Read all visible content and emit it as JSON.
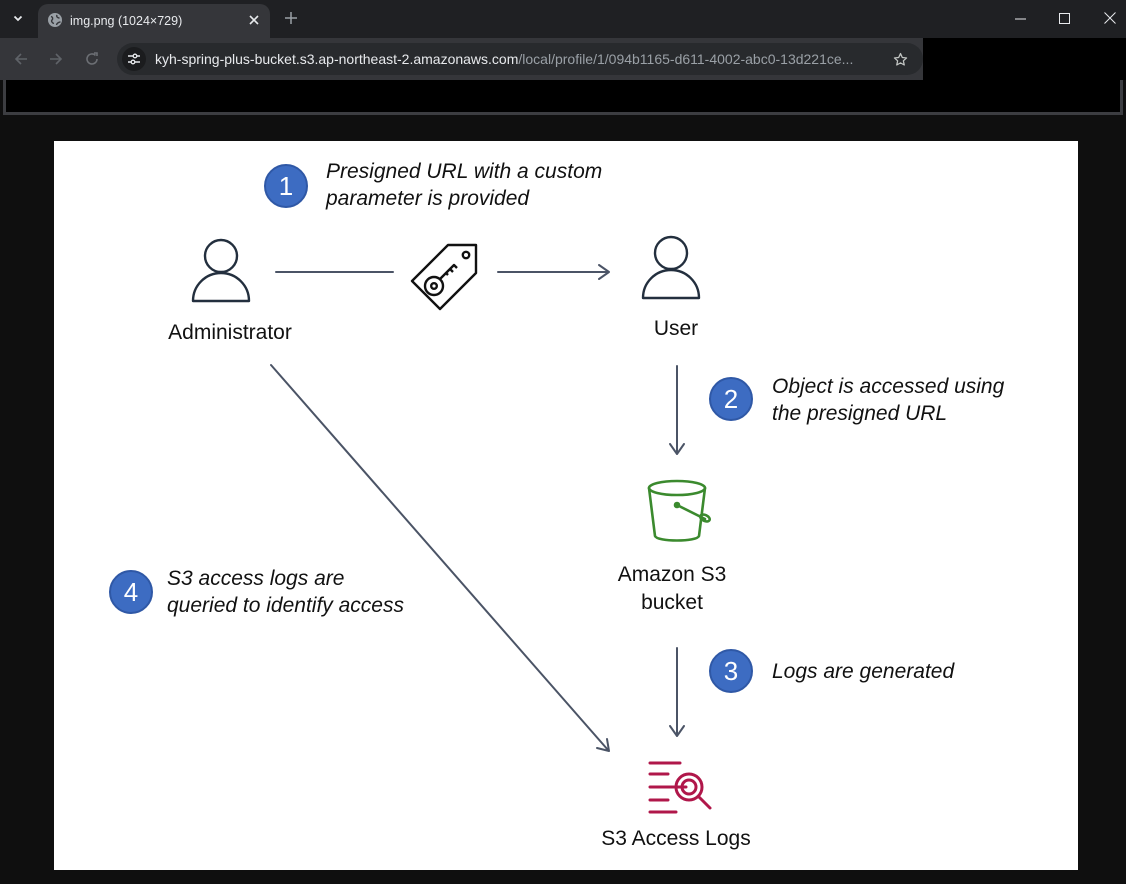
{
  "browser": {
    "tab": {
      "title": "img.png (1024×729)",
      "favicon": "globe-icon",
      "close_icon": "close-icon"
    },
    "tab_list_icon": "chevron-down-icon",
    "new_tab_icon": "plus-icon",
    "window_controls": {
      "minimize": "minimize-icon",
      "maximize": "maximize-icon",
      "close": "close-icon"
    },
    "nav": {
      "back": "arrow-left-icon",
      "forward": "arrow-right-icon",
      "reload": "reload-icon"
    },
    "address_bar": {
      "site_info_icon": "tune-icon",
      "host": "kyh-spring-plus-bucket.s3.ap-northeast-2.amazonaws.com",
      "path": "/local/profile/1/094b1165-d611-4002-abc0-13d221ce...",
      "bookmark_icon": "star-icon"
    }
  },
  "diagram": {
    "colors": {
      "badge": "#3d6cc2",
      "arrow": "#4b5466",
      "s3_green": "#3b8a2e",
      "logs_crimson": "#b0174a",
      "icon_dark": "#232f3e"
    },
    "nodes": {
      "administrator": {
        "label": "Administrator",
        "icon": "user-icon"
      },
      "key_tag": {
        "icon": "key-tag-icon"
      },
      "user": {
        "label": "User",
        "icon": "user-icon"
      },
      "s3_bucket": {
        "label_line1": "Amazon S3",
        "label_line2": "bucket",
        "icon": "s3-bucket-icon"
      },
      "access_logs": {
        "label": "S3 Access Logs",
        "icon": "log-search-icon"
      }
    },
    "steps": [
      {
        "number": "1",
        "line1": "Presigned URL with a custom",
        "line2": "parameter is provided"
      },
      {
        "number": "2",
        "line1": "Object is accessed using",
        "line2": "the presigned URL"
      },
      {
        "number": "3",
        "line1": "Logs are generated",
        "line2": ""
      },
      {
        "number": "4",
        "line1": "S3 access logs are",
        "line2": "queried to identify access"
      }
    ]
  }
}
